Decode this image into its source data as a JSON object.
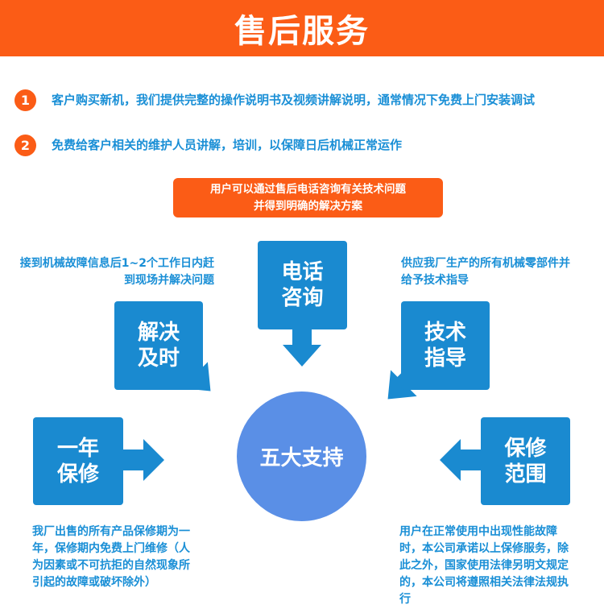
{
  "header": {
    "title": "售后服务"
  },
  "points": [
    {
      "num": "1",
      "text": "客户购买新机，我们提供完整的操作说明书及视频讲解说明，通常情况下免费上门安装调试"
    },
    {
      "num": "2",
      "text": "免费给客户相关的维护人员讲解，培训，以保障日后机械正常运作"
    }
  ],
  "banner": {
    "line1": "用户可以通过售后电话咨询有关技术问题",
    "line2": "并得到明确的解决方案"
  },
  "center": "五大支持",
  "boxes": {
    "phone": {
      "line1": "电话",
      "line2": "咨询"
    },
    "resolve": {
      "line1": "解决",
      "line2": "及时"
    },
    "tech": {
      "line1": "技术",
      "line2": "指导"
    },
    "warranty": {
      "line1": "一年",
      "line2": "保修"
    },
    "scope": {
      "line1": "保修",
      "line2": "范围"
    }
  },
  "descriptions": {
    "resolve": "接到机械故障信息后1~2个工作日内赶到现场并解决问题",
    "tech": "供应我厂生产的所有机械零部件并给予技术指导",
    "warranty": "我厂出售的所有产品保修期为一年，保修期内免费上门维修（人为因素或不可抗拒的自然现象所引起的故障或破坏除外）",
    "scope": "用户在正常使用中出现性能故障时，本公司承诺以上保修服务，除此之外，国家使用法律另明文规定的，本公司将遵照相关法律法规执行"
  },
  "colors": {
    "orange": "#fb5c16",
    "blue": "#1a8ad0",
    "text_blue": "#1a8fd6",
    "circle": "#5a8fe6"
  }
}
